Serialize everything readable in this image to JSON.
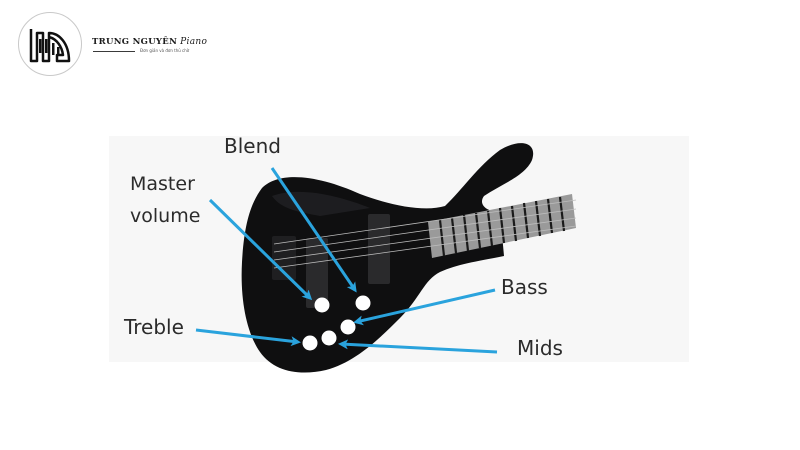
{
  "brand": {
    "name": "TRUNG NGUYÊN",
    "script": "Piano",
    "tagline": "Đơn giản và đơn thủ chờ"
  },
  "labels": {
    "blend": "Blend",
    "master_line1": "Master",
    "master_line2": "volume",
    "treble": "Treble",
    "bass": "Bass",
    "mids": "Mids"
  },
  "colors": {
    "guitar_body": "#0f0f10",
    "arrow": "#2aa3dd",
    "knob": "#ffffff",
    "fretboard": "#9a9a9a",
    "text": "#2b2b2b"
  }
}
